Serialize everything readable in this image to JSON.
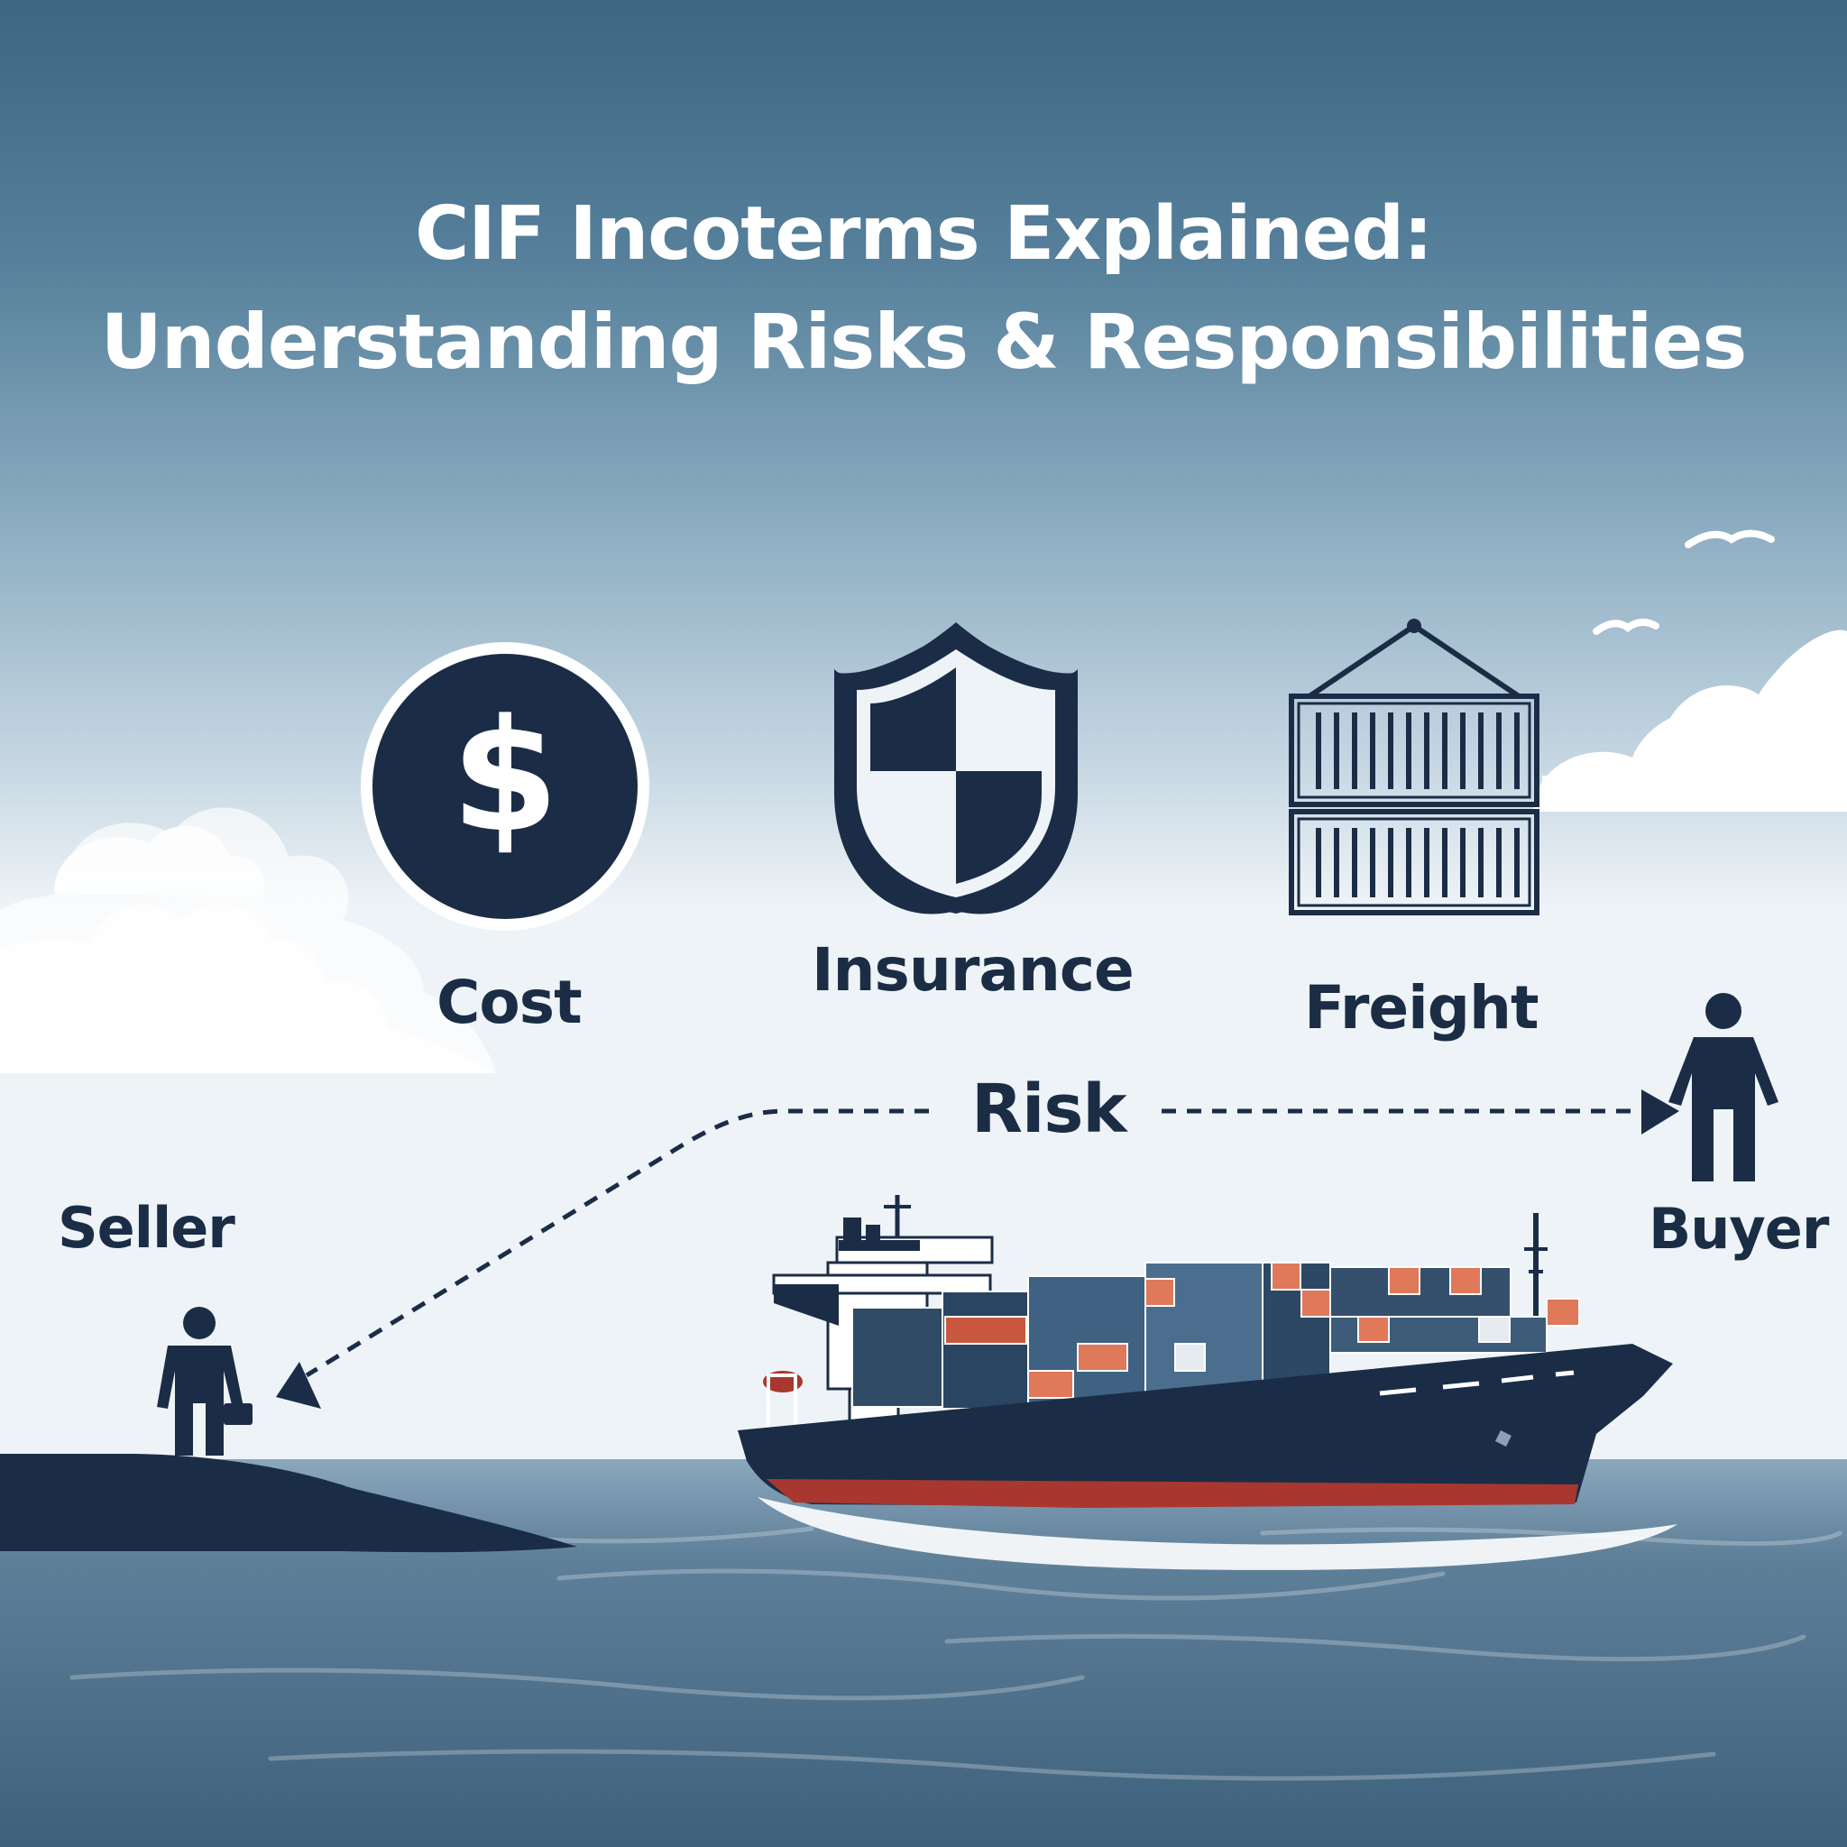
{
  "title": {
    "line1": "CIF Incoterms Explained:",
    "line2": "Understanding Risks & Responsibilities"
  },
  "components": [
    {
      "label": "Cost",
      "icon": "dollar-coin-icon"
    },
    {
      "label": "Insurance",
      "icon": "shield-icon"
    },
    {
      "label": "Freight",
      "icon": "shipping-container-icon"
    }
  ],
  "risk_label": "Risk",
  "parties": {
    "seller": "Seller",
    "buyer": "Buyer"
  },
  "colors": {
    "navy": "#1b2d46",
    "sky_top": "#3e6582",
    "sky_horizon": "#eef3f7",
    "sea": "#456985",
    "container_orange": "#e0785a",
    "hull_red": "#a8372f"
  }
}
